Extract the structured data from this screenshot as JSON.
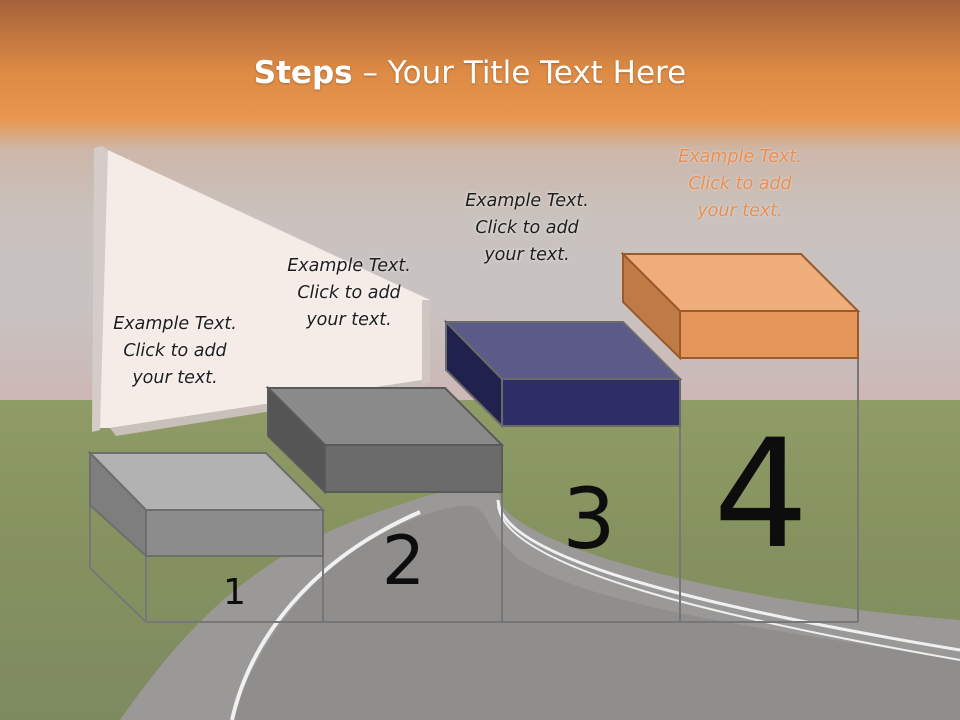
{
  "title": {
    "bold": "Steps",
    "rest": " – Your Title Text Here"
  },
  "steps": [
    {
      "number": "1",
      "caption": [
        "Example Text.",
        "Click  to add",
        "your text."
      ]
    },
    {
      "number": "2",
      "caption": [
        "Example Text.",
        "Click  to add",
        "your text."
      ]
    },
    {
      "number": "3",
      "caption": [
        "Example Text.",
        "Click  to add",
        "your text."
      ]
    },
    {
      "number": "4",
      "caption": [
        "Example Text.",
        "Click  to add",
        "your text."
      ]
    }
  ],
  "colors": {
    "step1": "#8c8c8c",
    "step2": "#6b6b6b",
    "step3": "#2f2f68",
    "step4": "#e5955a",
    "banner": "#e08a45"
  }
}
